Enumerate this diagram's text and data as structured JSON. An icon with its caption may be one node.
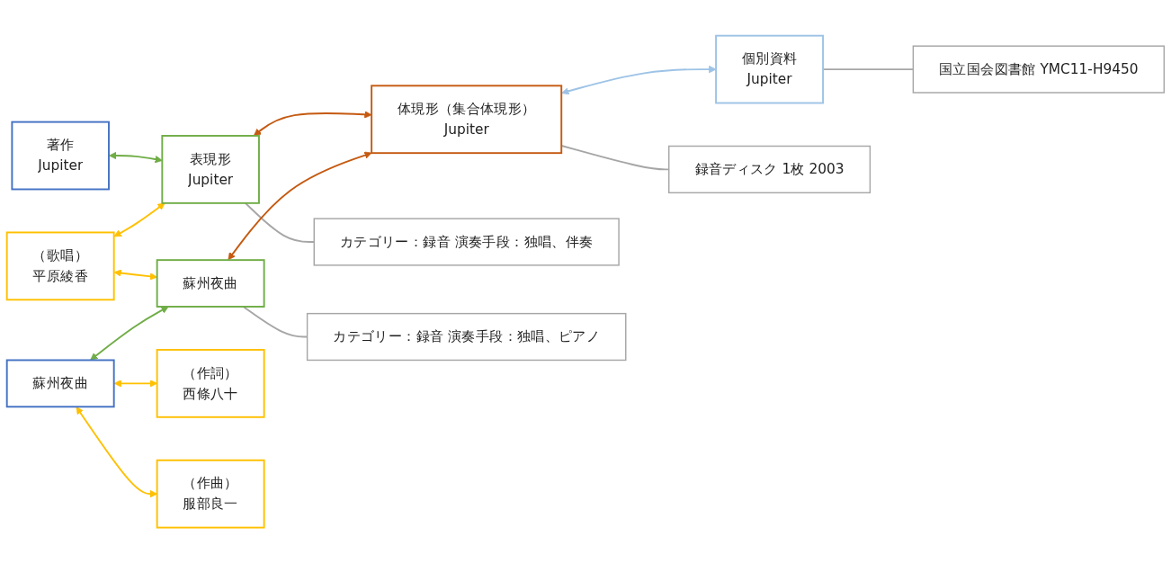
{
  "diagram": {
    "nodes": [
      {
        "text": [
          "著作",
          "Jupiter"
        ]
      },
      {
        "text": [
          "表現形",
          "Jupiter"
        ]
      },
      {
        "text": [
          "体現形（集合体現形）",
          "Jupiter"
        ]
      },
      {
        "text": [
          "個別資料",
          "Jupiter"
        ]
      },
      {
        "text": [
          "カテゴリー：録音 演奏手段：独唱、伴奏"
        ]
      },
      {
        "text": [
          "録音ディスク 1枚 2003"
        ]
      },
      {
        "text": [
          "国立国会図書館 YMC11-H9450"
        ]
      },
      {
        "text": [
          "（歌唱）",
          "平原綾香"
        ]
      },
      {
        "text": [
          "蘇州夜曲"
        ]
      },
      {
        "text": [
          "蘇州夜曲"
        ]
      },
      {
        "text": [
          "カテゴリー：録音 演奏手段：独唱、ピアノ"
        ]
      },
      {
        "text": [
          "（作詞）",
          "西條八十"
        ]
      },
      {
        "text": [
          "（作曲）",
          "服部良一"
        ]
      }
    ],
    "edges": [
      {
        "from": 0,
        "to": 1,
        "arrow": "both",
        "color": "#70ad47"
      },
      {
        "from": 1,
        "to": 2,
        "arrow": "both",
        "color": "#c55a11"
      },
      {
        "from": 2,
        "to": 3,
        "arrow": "both",
        "color": "#9dc3e6"
      },
      {
        "from": 1,
        "to": 4,
        "arrow": "none",
        "color": "#a6a6a6"
      },
      {
        "from": 2,
        "to": 5,
        "arrow": "none",
        "color": "#a6a6a6"
      },
      {
        "from": 3,
        "to": 6,
        "arrow": "none",
        "color": "#a6a6a6"
      },
      {
        "from": 7,
        "to": 1,
        "arrow": "both",
        "color": "#ffc000"
      },
      {
        "from": 7,
        "to": 9,
        "arrow": "both",
        "color": "#ffc000"
      },
      {
        "from": 8,
        "to": 9,
        "arrow": "both",
        "color": "#70ad47"
      },
      {
        "from": 9,
        "to": 2,
        "arrow": "both",
        "color": "#c55a11"
      },
      {
        "from": 9,
        "to": 10,
        "arrow": "none",
        "color": "#a6a6a6"
      },
      {
        "from": 8,
        "to": 11,
        "arrow": "both",
        "color": "#ffc000"
      },
      {
        "from": 8,
        "to": 12,
        "arrow": "both",
        "color": "#ffc000"
      }
    ]
  }
}
